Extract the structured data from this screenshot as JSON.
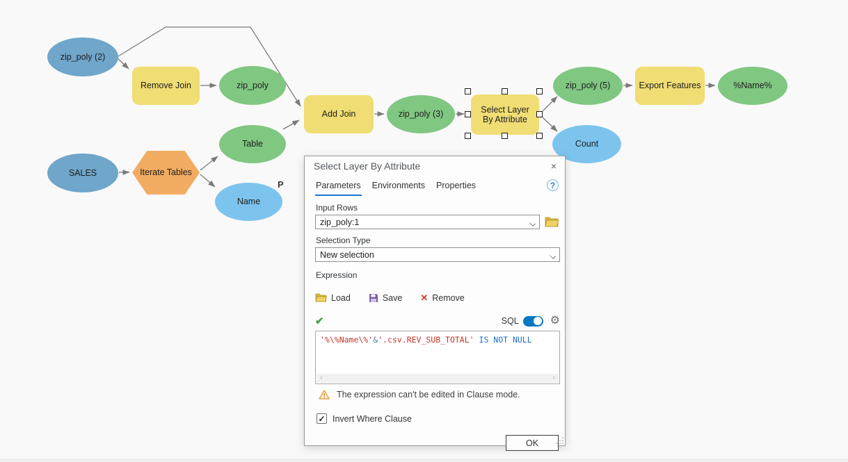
{
  "canvas": {
    "nodes": {
      "zip_poly2": {
        "label": "zip_poly (2)"
      },
      "remove_join": {
        "label": "Remove Join"
      },
      "zip_poly": {
        "label": "zip_poly"
      },
      "add_join": {
        "label": "Add Join"
      },
      "zip_poly3": {
        "label": "zip_poly (3)"
      },
      "slba": {
        "label": "Select Layer By Attribute"
      },
      "zip_poly5": {
        "label": "zip_poly (5)"
      },
      "export_features": {
        "label": "Export Features"
      },
      "name_out": {
        "label": "%Name%"
      },
      "count": {
        "label": "Count"
      },
      "sales": {
        "label": "SALES"
      },
      "iterate_tables": {
        "label": "Iterate Tables"
      },
      "table": {
        "label": "Table"
      },
      "name": {
        "label": "Name"
      }
    },
    "param_marker": "P",
    "colors": {
      "input_blue": "#6FA6C9",
      "derived_blue": "#7CC4ED",
      "derived_green": "#80C781",
      "tool_yellow": "#F0DD74",
      "iterator_orange": "#F2AC61",
      "edge_gray": "#7a7a7a"
    }
  },
  "dialog": {
    "title": "Select Layer By Attribute",
    "close_icon": "×",
    "tabs": [
      {
        "label": "Parameters"
      },
      {
        "label": "Environments"
      },
      {
        "label": "Properties"
      }
    ],
    "help_icon": "?",
    "input_rows": {
      "label": "Input Rows",
      "value": "zip_poly:1"
    },
    "selection_type": {
      "label": "Selection Type",
      "value": "New selection"
    },
    "expression": {
      "label": "Expression",
      "load_label": "Load",
      "save_label": "Save",
      "remove_label": "Remove",
      "remove_icon": "✕",
      "valid_icon": "✔",
      "sql_label": "SQL",
      "gear_icon": "⚙",
      "segments": [
        {
          "text": "'%\\%Name\\%'",
          "type": "string"
        },
        {
          "text": "&",
          "type": "operator"
        },
        {
          "text": "'.csv.REV_SUB_TOTAL'",
          "type": "string"
        },
        {
          "text": " IS NOT NULL",
          "type": "keyword"
        }
      ],
      "scroll_left_icon": "‹",
      "scroll_right_icon": "›"
    },
    "warning": {
      "text": "The expression can't be edited in Clause mode."
    },
    "invert_where_clause": {
      "label": "Invert Where Clause",
      "checked": true,
      "check_glyph": "✓"
    },
    "ok_label": "OK"
  }
}
